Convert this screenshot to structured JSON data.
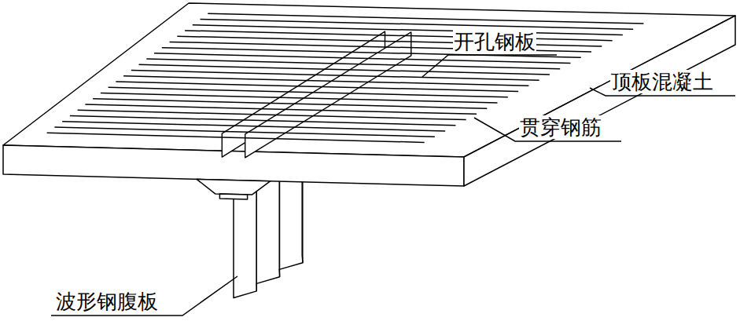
{
  "diagram": {
    "labels": [
      "开孔钢板",
      "顶板混凝土",
      "贯穿钢筋",
      "波形钢腹板"
    ]
  }
}
